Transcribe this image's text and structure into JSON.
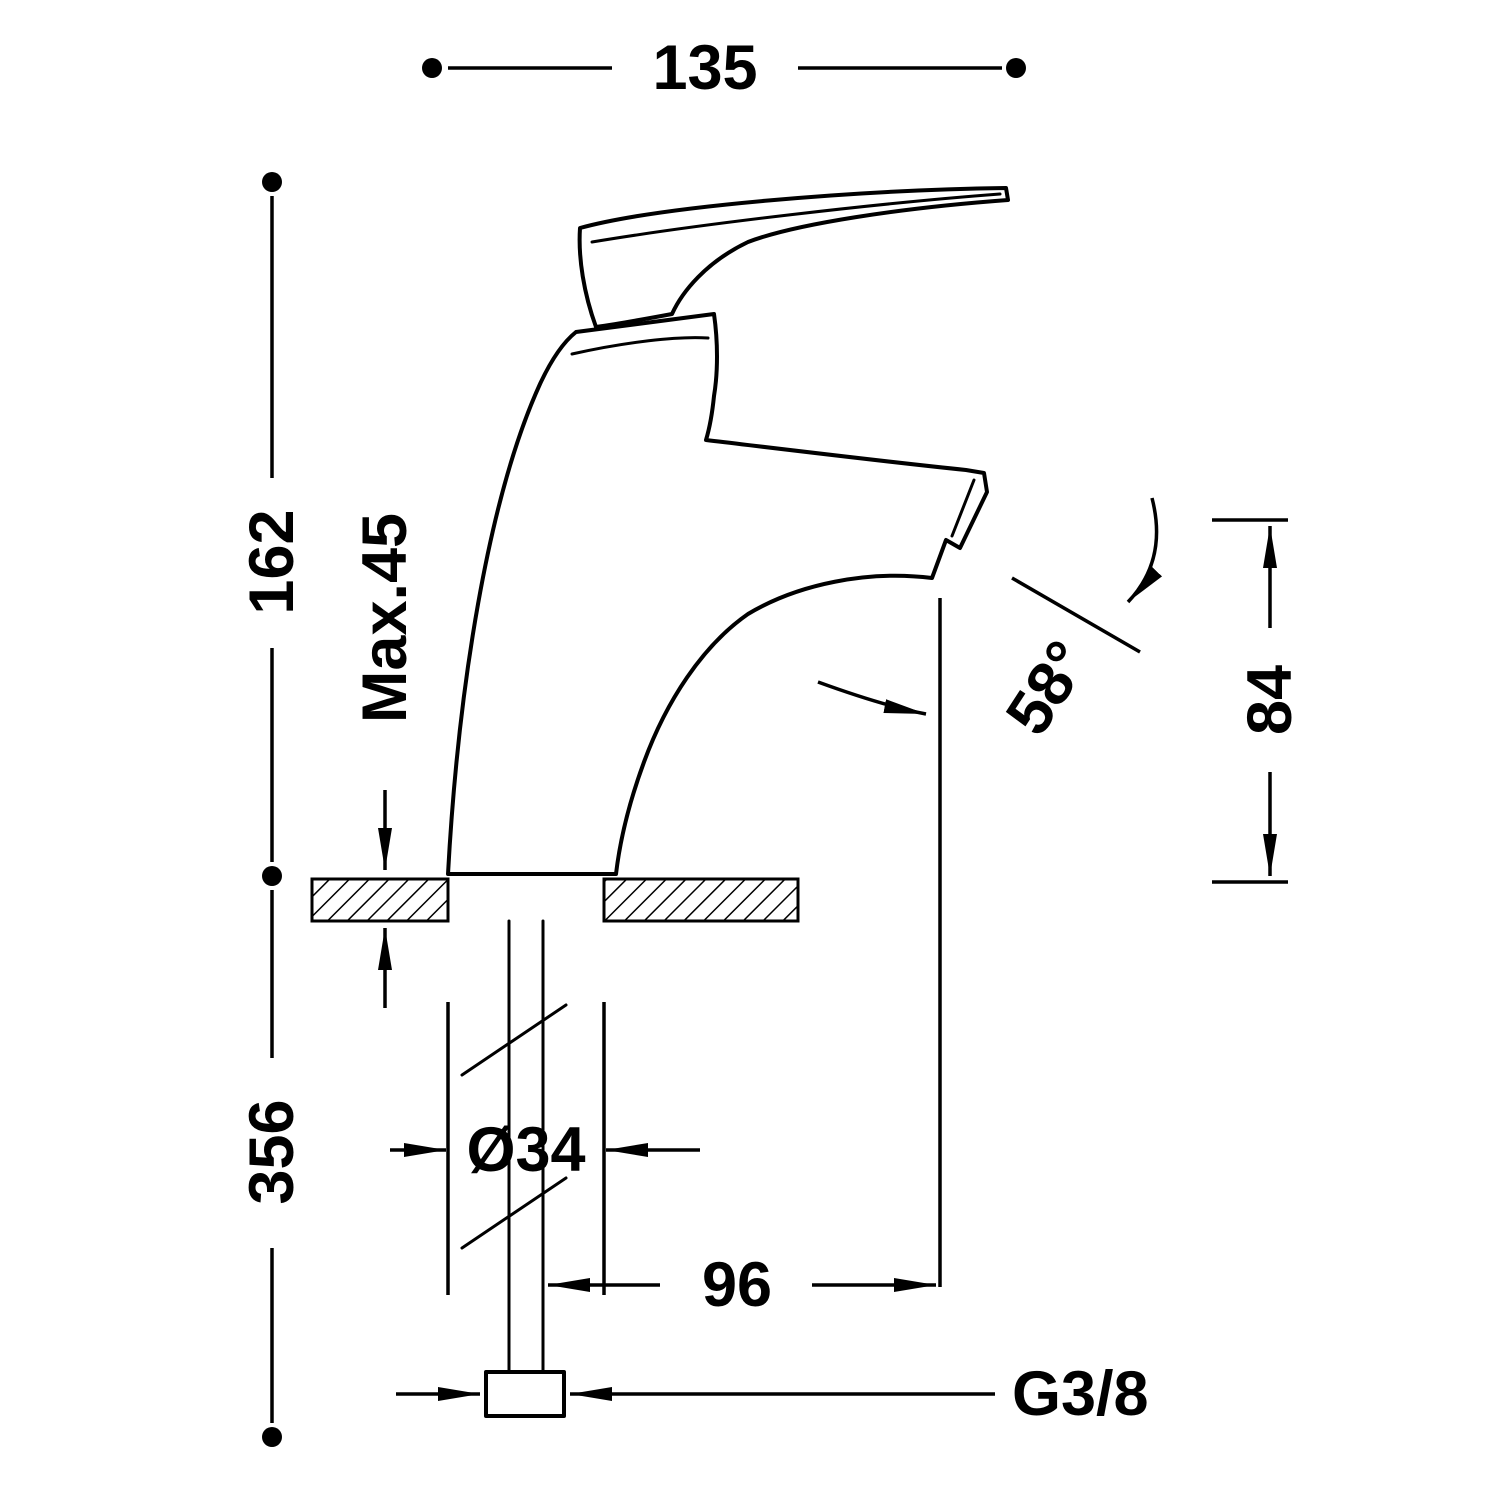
{
  "drawing": {
    "labels": {
      "width_top": "135",
      "height_above_deck": "162",
      "max_deck_thickness": "Max.45",
      "length_below_deck": "356",
      "base_diameter": "Ø34",
      "spout_reach": "96",
      "spout_angle": "58°",
      "spout_height": "84",
      "supply_connection": "G3/8"
    },
    "colors": {
      "line": "#000000",
      "background": "#ffffff"
    }
  }
}
